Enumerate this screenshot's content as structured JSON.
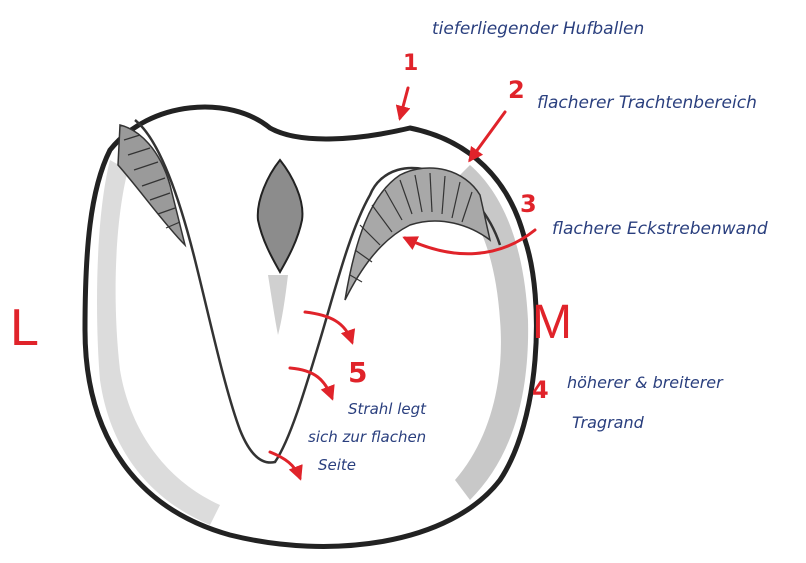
{
  "labels": {
    "side_left": "L",
    "side_medial": "M",
    "n1": "1",
    "n2": "2",
    "n3": "3",
    "n4": "4",
    "n5": "5",
    "t1": "tieferliegender Hufballen",
    "t2": "flacherer Trachtenbereich",
    "t3": "flachere Eckstrebenwand",
    "t4_line1": "höherer & breiterer",
    "t4_line2": "Tragrand",
    "t5_line1": "Strahl legt",
    "t5_line2": "sich zur flachen",
    "t5_line3": "Seite"
  },
  "colors": {
    "annotation_red": "#e0232a",
    "handwriting_blue": "#2a3f7e",
    "pencil_gray": "#555555"
  }
}
